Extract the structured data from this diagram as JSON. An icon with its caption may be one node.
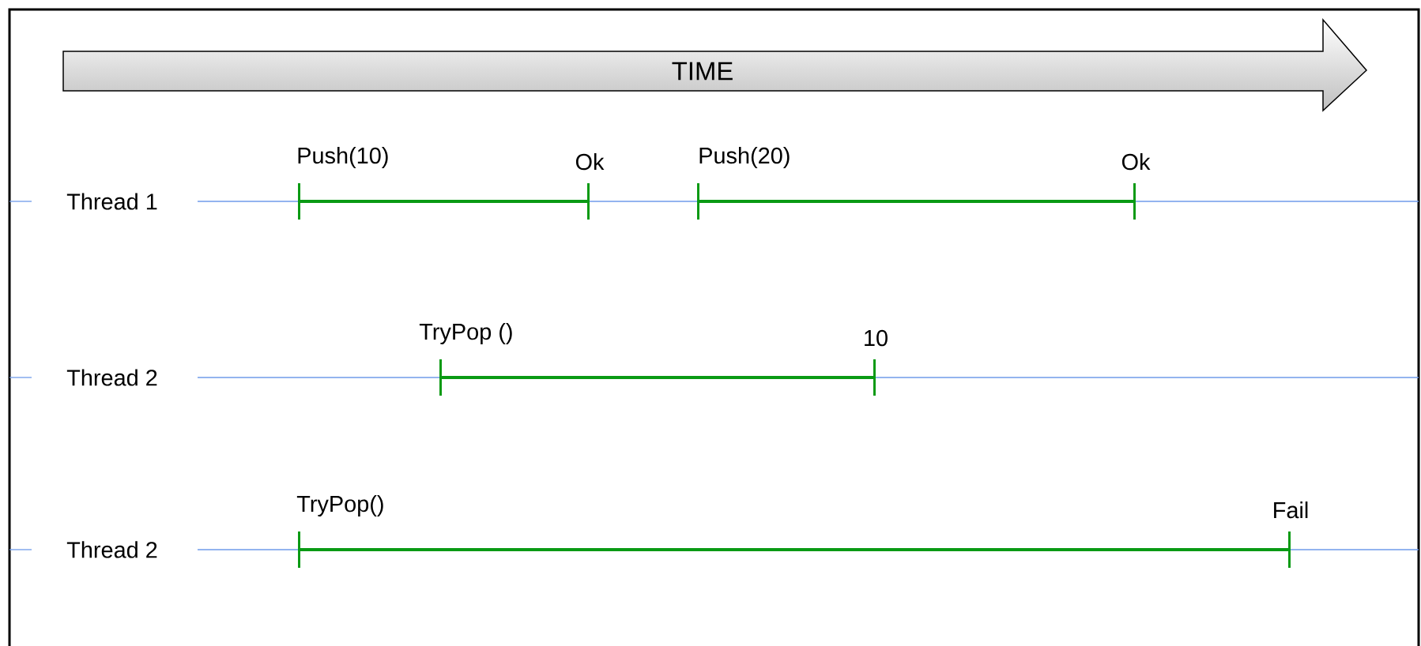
{
  "diagram": {
    "nodes": [
      {
        "text": [
          "TIME"
        ]
      }
    ],
    "labels": [
      "Push(10)",
      "Ok",
      "Push(20)",
      "Ok",
      "Thread 1",
      "TryPop ()",
      "10",
      "Thread 2",
      "TryPop()",
      "Fail",
      "Thread 2"
    ]
  }
}
